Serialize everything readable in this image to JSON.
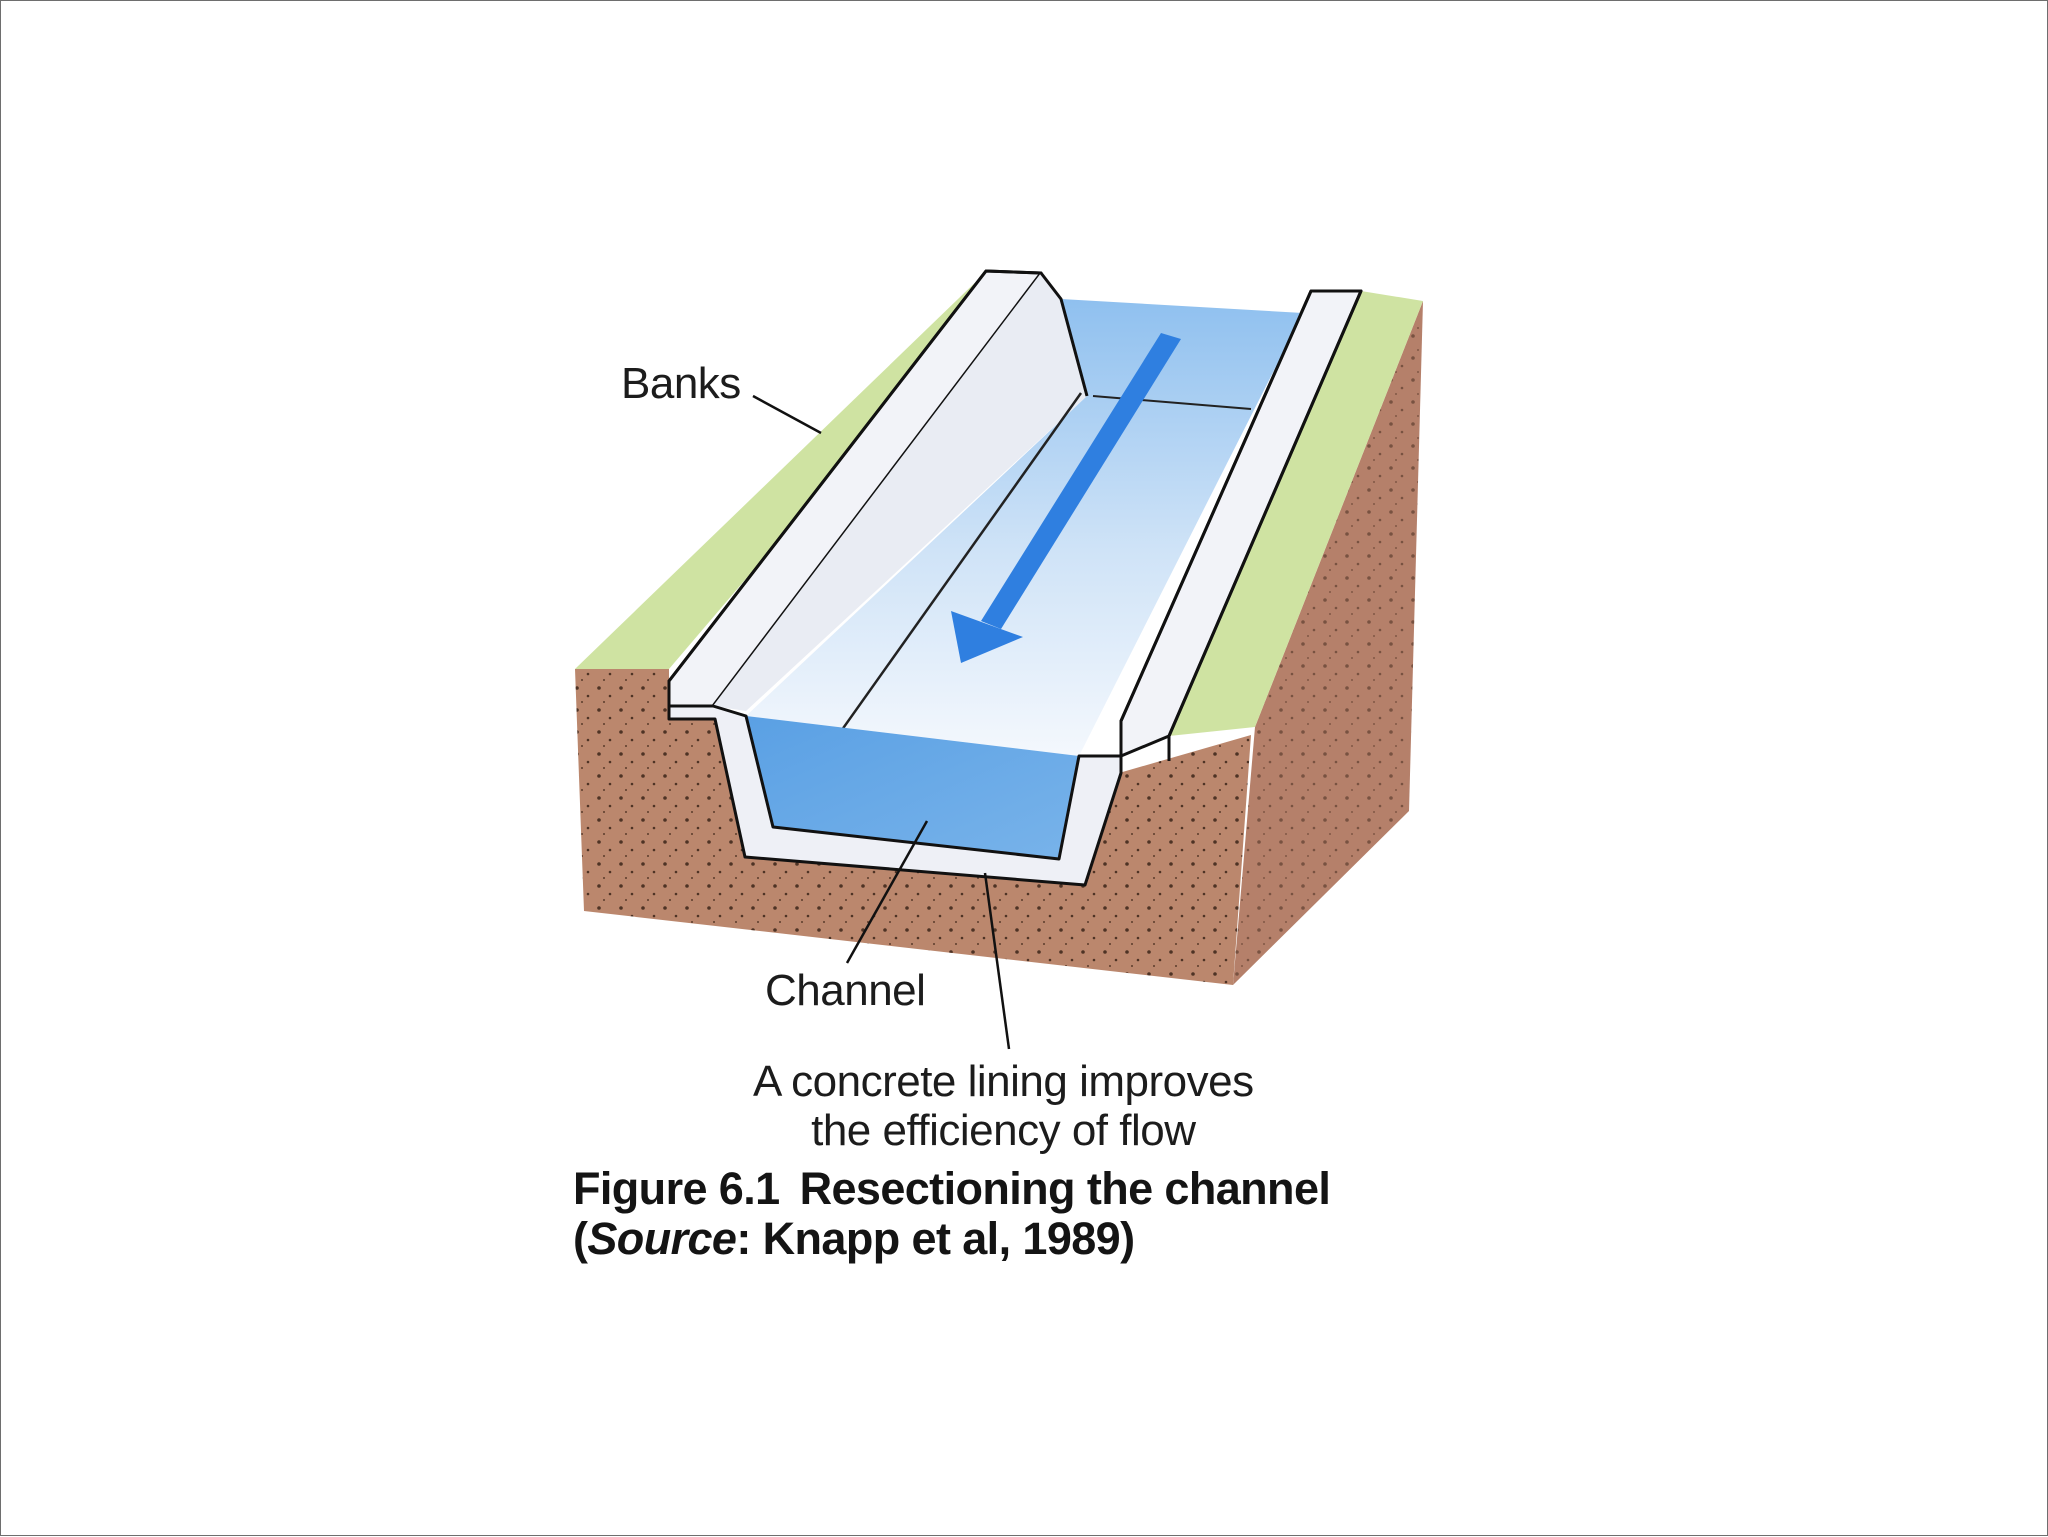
{
  "labels": {
    "banks": "Banks",
    "channel": "Channel",
    "lining_line1": "A concrete lining improves",
    "lining_line2": "the efficiency of flow"
  },
  "caption": {
    "figure_number": "Figure 6.1",
    "title": "Resectioning the channel",
    "source_open": "(",
    "source_word": "Source",
    "source_rest": ": Knapp et al, 1989)"
  },
  "colors": {
    "grass": "#cfe3a2",
    "soil": "#b98468",
    "concrete": "#f1f2f7",
    "water_light": "#e2eefa",
    "water_deep": "#69a9e6",
    "arrow": "#2f7fe0",
    "outline": "#111111"
  },
  "icons": {
    "flow_arrow": "flow-direction-arrow"
  }
}
